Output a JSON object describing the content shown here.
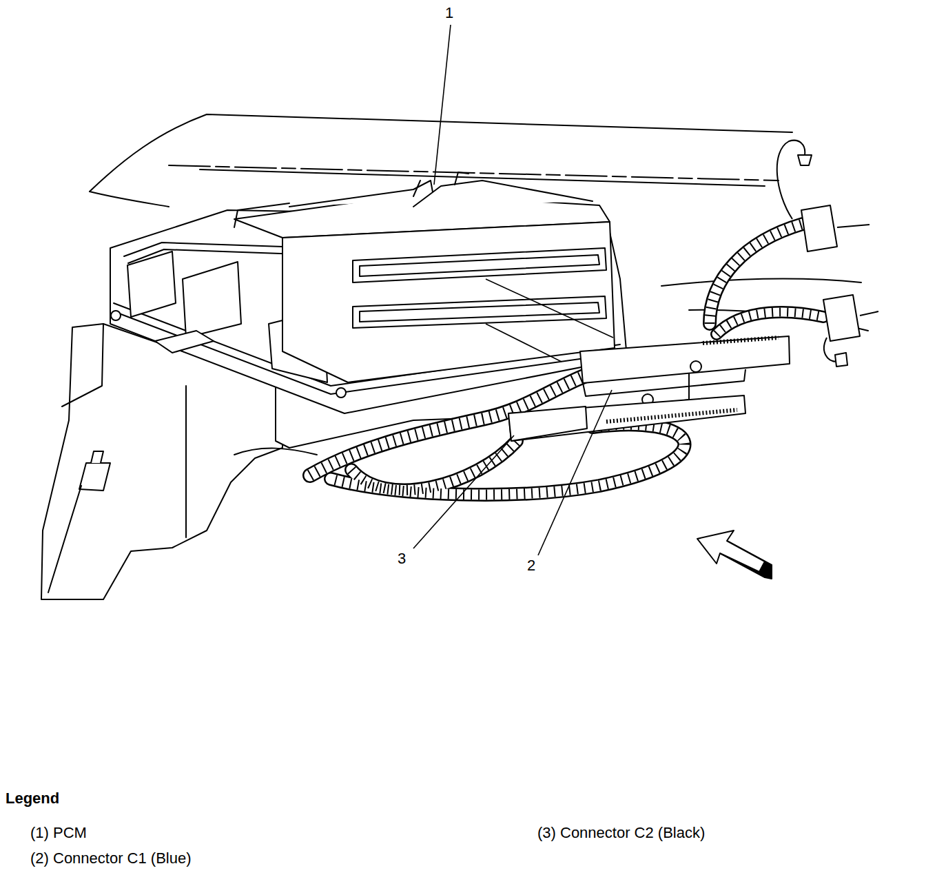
{
  "diagram": {
    "labels": [
      "1",
      "3",
      "2",
      "Legend"
    ],
    "legend": [
      {
        "text": "(1) PCM"
      },
      {
        "text": "(2) Connector C1 (Blue)"
      },
      {
        "text": "(3) Connector C2 (Black)"
      }
    ]
  }
}
